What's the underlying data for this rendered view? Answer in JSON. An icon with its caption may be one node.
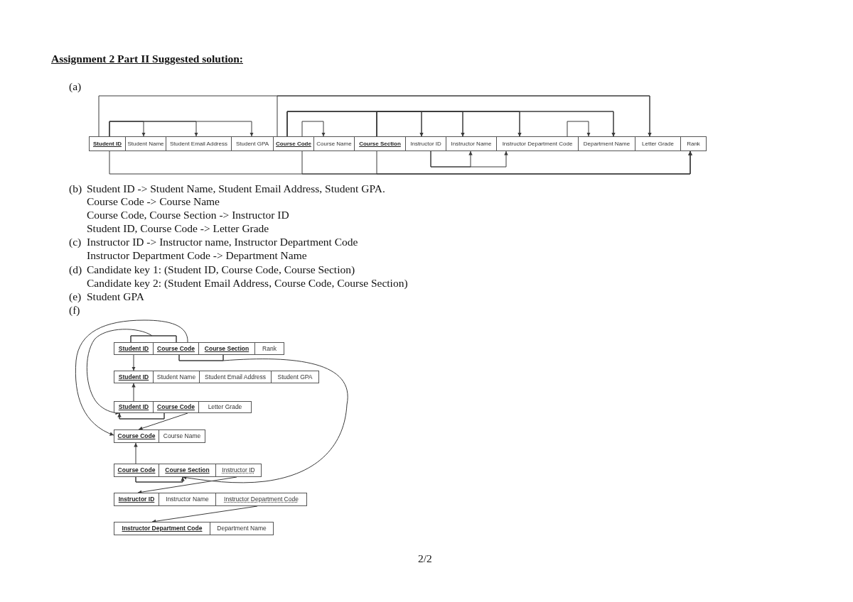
{
  "diagram": {
    "title": "Assignment 2 Part II Suggested solution:",
    "nodes": [
      {
        "text": [
          "Student ID"
        ]
      },
      {
        "text": [
          "Student Name"
        ]
      },
      {
        "text": [
          "Student Email Address"
        ]
      },
      {
        "text": [
          "Student GPA"
        ]
      },
      {
        "text": [
          "Course Code"
        ]
      },
      {
        "text": [
          "Course Name"
        ]
      },
      {
        "text": [
          "Course Section"
        ]
      },
      {
        "text": [
          "Instructor ID"
        ]
      },
      {
        "text": [
          "Instructor Name"
        ]
      },
      {
        "text": [
          "Instructor Department Code"
        ]
      },
      {
        "text": [
          "Department Name"
        ]
      },
      {
        "text": [
          "Letter Grade"
        ]
      },
      {
        "text": [
          "Rank"
        ]
      },
      {
        "text": [
          "Student ID"
        ]
      },
      {
        "text": [
          "Course Code"
        ]
      },
      {
        "text": [
          "Course Section"
        ]
      },
      {
        "text": [
          "Rank"
        ]
      },
      {
        "text": [
          "Student ID"
        ]
      },
      {
        "text": [
          "Student Name"
        ]
      },
      {
        "text": [
          "Student Email Address"
        ]
      },
      {
        "text": [
          "Student GPA"
        ]
      },
      {
        "text": [
          "Student ID"
        ]
      },
      {
        "text": [
          "Course Code"
        ]
      },
      {
        "text": [
          "Letter Grade"
        ]
      },
      {
        "text": [
          "Course Code"
        ]
      },
      {
        "text": [
          "Course Name"
        ]
      },
      {
        "text": [
          "Course Code"
        ]
      },
      {
        "text": [
          "Course Section"
        ]
      },
      {
        "text": [
          "Instructor ID"
        ]
      },
      {
        "text": [
          "Instructor ID"
        ]
      },
      {
        "text": [
          "Instructor Name"
        ]
      },
      {
        "text": [
          "Instructor Department Code"
        ]
      },
      {
        "text": [
          "Instructor Department Code"
        ]
      },
      {
        "text": [
          "Department Name"
        ]
      }
    ],
    "edges": [
      {
        "from": 0,
        "to": 1,
        "arrow": "to"
      },
      {
        "from": 0,
        "to": 2,
        "arrow": "to"
      },
      {
        "from": 0,
        "to": 3,
        "arrow": "to"
      },
      {
        "from": 0,
        "to": 11,
        "arrow": "to"
      },
      {
        "from": 4,
        "to": 11,
        "arrow": "to"
      },
      {
        "from": 4,
        "to": 5,
        "arrow": "to"
      },
      {
        "from": 4,
        "to": 7,
        "arrow": "to"
      },
      {
        "from": 4,
        "to": 8,
        "arrow": "to"
      },
      {
        "from": 4,
        "to": 9,
        "arrow": "to"
      },
      {
        "from": 4,
        "to": 10,
        "arrow": "to"
      },
      {
        "from": 6,
        "to": 7,
        "arrow": "to"
      },
      {
        "from": 6,
        "to": 8,
        "arrow": "to"
      },
      {
        "from": 6,
        "to": 9,
        "arrow": "to"
      },
      {
        "from": 6,
        "to": 10,
        "arrow": "to"
      },
      {
        "from": 9,
        "to": 10,
        "arrow": "to"
      },
      {
        "from": 7,
        "to": 8,
        "arrow": "to"
      },
      {
        "from": 7,
        "to": 9,
        "arrow": "to"
      },
      {
        "from": 0,
        "to": 12,
        "arrow": "to"
      },
      {
        "from": 4,
        "to": 12,
        "arrow": "to"
      },
      {
        "from": 6,
        "to": 12,
        "arrow": "to"
      },
      {
        "from": 13,
        "to": 17,
        "arrow": "to"
      },
      {
        "from": 13,
        "to": 21,
        "arrow": "to"
      },
      {
        "from": 13,
        "to": 22,
        "arrow": "none"
      },
      {
        "from": 14,
        "to": 21,
        "arrow": "to"
      },
      {
        "from": 14,
        "to": 22,
        "arrow": "none"
      },
      {
        "from": 14,
        "to": 24,
        "arrow": "to"
      },
      {
        "from": 14,
        "to": 26,
        "arrow": "none"
      },
      {
        "from": 14,
        "to": 27,
        "arrow": "to"
      },
      {
        "from": 15,
        "to": 26,
        "arrow": "none"
      },
      {
        "from": 15,
        "to": 27,
        "arrow": "to"
      },
      {
        "from": 21,
        "to": 17,
        "arrow": "to"
      },
      {
        "from": 22,
        "to": 24,
        "arrow": "to"
      },
      {
        "from": 26,
        "to": 24,
        "arrow": "to"
      },
      {
        "from": 28,
        "to": 29,
        "arrow": "to"
      },
      {
        "from": 31,
        "to": 32,
        "arrow": "to"
      }
    ],
    "labels": [
      "(a)",
      "(b)",
      "Student ID -> Student Name, Student Email Address, Student GPA.",
      "Course Code -> Course Name",
      "Course Code, Course Section -> Instructor ID",
      "Student ID, Course Code -> Letter Grade",
      "(c)",
      "Instructor ID -> Instructor name, Instructor Department Code",
      "Instructor Department Code -> Department Name",
      "(d)",
      "Candidate key 1: (Student ID, Course Code, Course Section)",
      "Candidate key 2: (Student Email Address, Course Code, Course Section)",
      "(e)",
      "Student GPA",
      "(f)",
      "2/2"
    ]
  }
}
